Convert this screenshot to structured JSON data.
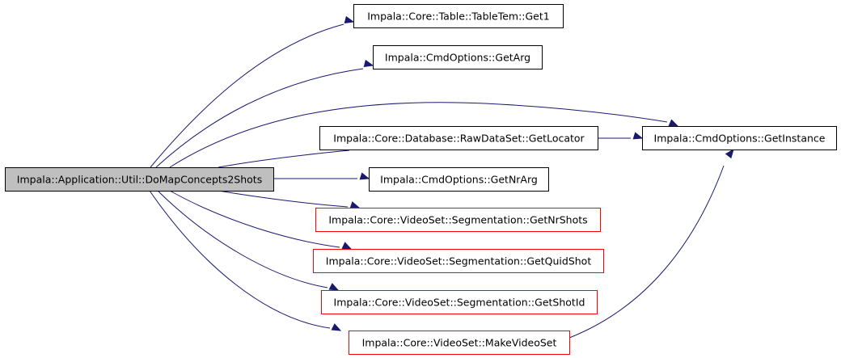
{
  "graph": {
    "edge_color": "#191970",
    "root": {
      "id": "root",
      "label": "Impala::Application::Util::DoMapConcepts2Shots",
      "fill": "#bfbfbf",
      "stroke": "#000000"
    },
    "nodes": [
      {
        "id": "get1",
        "label": "Impala::Core::Table::TableTem::Get1",
        "stroke": "#000000"
      },
      {
        "id": "getarg",
        "label": "Impala::CmdOptions::GetArg",
        "stroke": "#000000"
      },
      {
        "id": "getlocator",
        "label": "Impala::Core::Database::RawDataSet::GetLocator",
        "stroke": "#000000"
      },
      {
        "id": "getinstance",
        "label": "Impala::CmdOptions::GetInstance",
        "stroke": "#000000"
      },
      {
        "id": "getnrarg",
        "label": "Impala::CmdOptions::GetNrArg",
        "stroke": "#000000"
      },
      {
        "id": "getnrshots",
        "label": "Impala::Core::VideoSet::Segmentation::GetNrShots",
        "stroke": "#ff0000"
      },
      {
        "id": "getquidshot",
        "label": "Impala::Core::VideoSet::Segmentation::GetQuidShot",
        "stroke": "#ff0000"
      },
      {
        "id": "getshotid",
        "label": "Impala::Core::VideoSet::Segmentation::GetShotId",
        "stroke": "#ff0000"
      },
      {
        "id": "makevideoset",
        "label": "Impala::Core::VideoSet::MakeVideoSet",
        "stroke": "#ff0000"
      }
    ],
    "edges": [
      {
        "from": "root",
        "to": "get1"
      },
      {
        "from": "root",
        "to": "getarg"
      },
      {
        "from": "root",
        "to": "getinstance"
      },
      {
        "from": "root",
        "to": "getlocator"
      },
      {
        "from": "root",
        "to": "getnrarg"
      },
      {
        "from": "root",
        "to": "getnrshots"
      },
      {
        "from": "root",
        "to": "getquidshot"
      },
      {
        "from": "root",
        "to": "getshotid"
      },
      {
        "from": "root",
        "to": "makevideoset"
      },
      {
        "from": "getlocator",
        "to": "getinstance"
      },
      {
        "from": "makevideoset",
        "to": "getinstance"
      }
    ]
  }
}
